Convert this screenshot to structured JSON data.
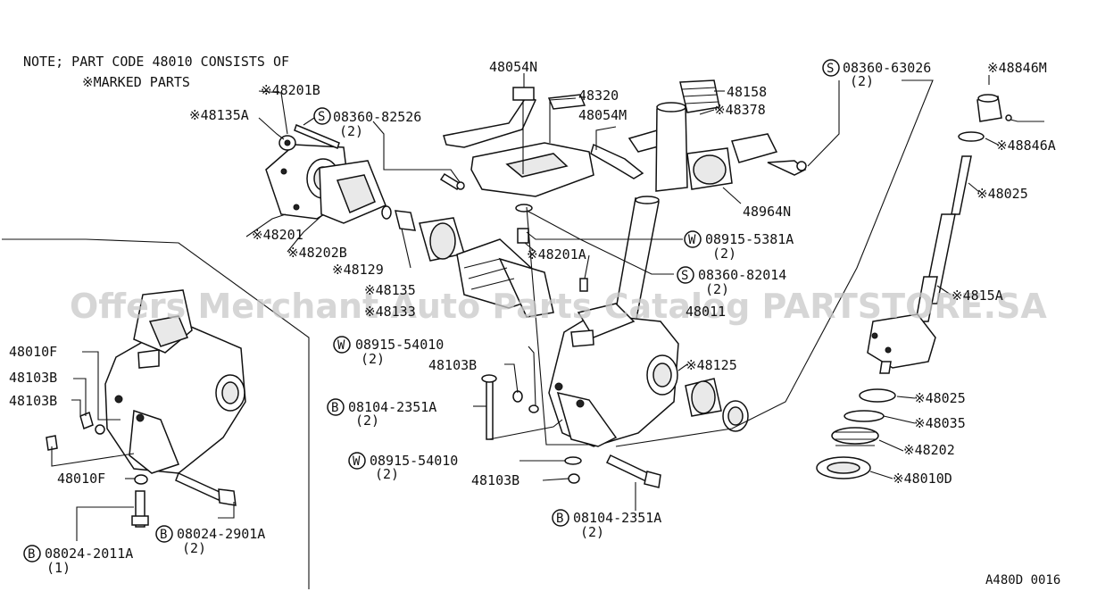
{
  "note": {
    "line1": "NOTE; PART CODE 48010 CONSISTS OF",
    "line2": "※MARKED PARTS"
  },
  "watermark": "Offers Merchant Auto Parts Catalog PARTSTORE.SA",
  "diagram_code": "A480D 0016",
  "labels": {
    "p48054N": "48054N",
    "p48320": "48320",
    "p48158": "48158",
    "p48201B": "※48201B",
    "p48135A": "※48135A",
    "s0836082526": "S",
    "s0836082526_num": "08360-82526",
    "s0836082526_qty": "(2)",
    "p48054M": "48054M",
    "p48378": "※48378",
    "s0836063026": "S",
    "s0836063026_num": "08360-63026",
    "s0836063026_qty": "(2)",
    "p48846M": "※48846M",
    "p48846A": "※48846A",
    "p48025a": "※48025",
    "p48964N": "48964N",
    "p48201": "※48201",
    "p48202B": "※48202B",
    "p48129": "※48129",
    "w089155381A": "W",
    "w089155381A_num": "08915-5381A",
    "w089155381A_qty": "(2)",
    "p48201A": "※48201A",
    "s0836082014": "S",
    "s0836082014_num": "08360-82014",
    "s0836082014_qty": "(2)",
    "p48135": "※48135",
    "p48133": "※48133",
    "p48011": "48011",
    "p4815A": "※4815A",
    "w0891554010a": "W",
    "w0891554010a_num": "08915-54010",
    "w0891554010a_qty": "(2)",
    "p48103Ba": "48103B",
    "p48125": "※48125",
    "p48010F_top": "48010F",
    "p48103B_l1": "48103B",
    "p48103B_l2": "48103B",
    "b081042351Aa": "B",
    "b081042351Aa_num": "08104-2351A",
    "b081042351Aa_qty": "(2)",
    "p48025b": "※48025",
    "p48035": "※48035",
    "p48202": "※48202",
    "w0891554010b": "W",
    "w0891554010b_num": "08915-54010",
    "w0891554010b_qty": "(2)",
    "p48010F_bot": "48010F",
    "p48103Bb": "48103B",
    "p48010D": "※48010D",
    "b081042351Ab": "B",
    "b081042351Ab_num": "08104-2351A",
    "b081042351Ab_qty": "(2)",
    "b080242901A": "B",
    "b080242901A_num": "08024-2901A",
    "b080242901A_qty": "(2)",
    "b080242011A": "B",
    "b080242011A_num": "08024-2011A",
    "b080242011A_qty": "(1)"
  }
}
